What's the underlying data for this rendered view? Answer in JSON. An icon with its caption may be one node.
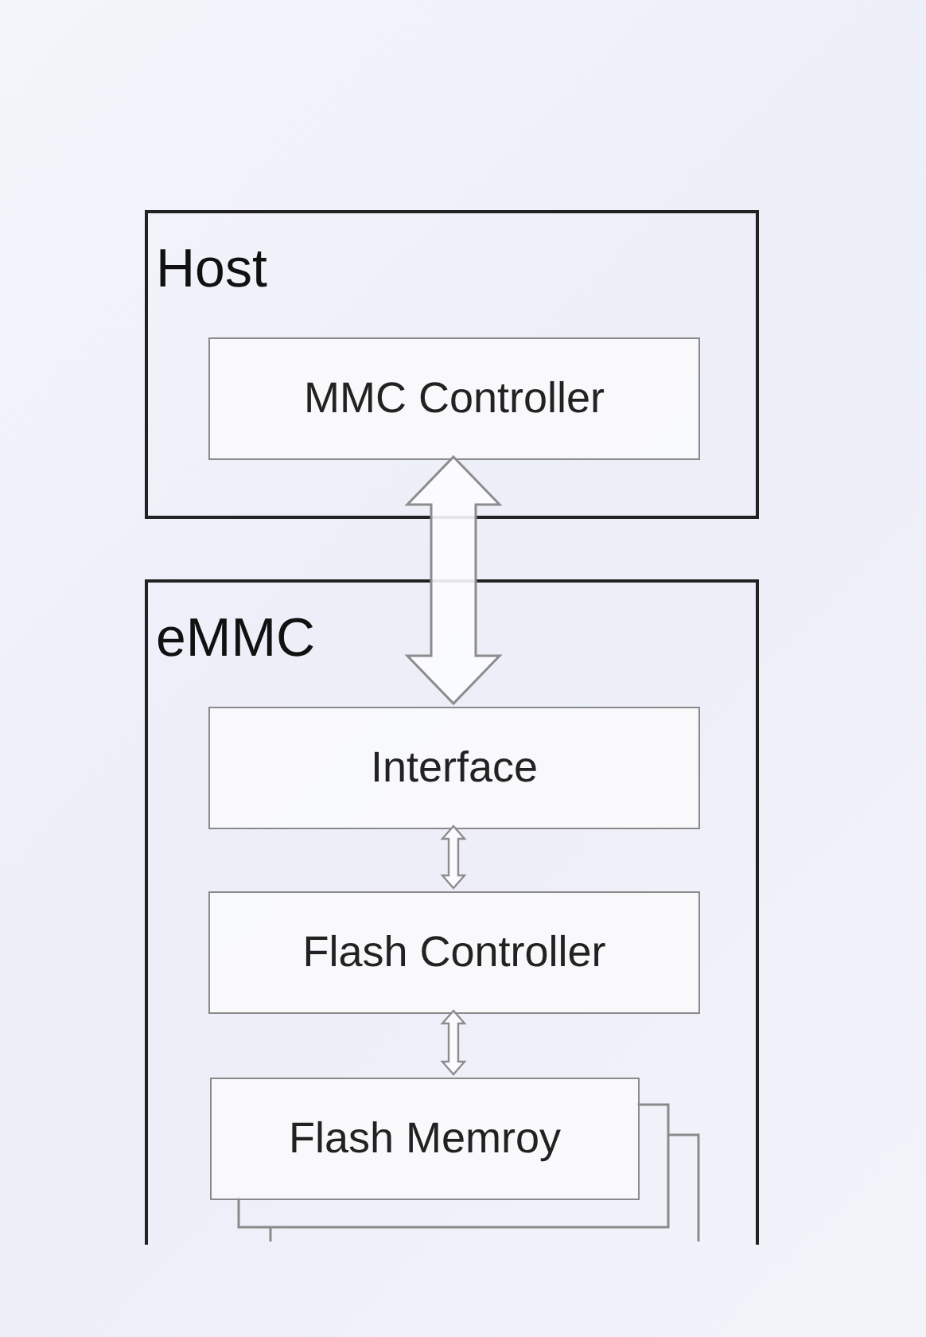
{
  "diagram": {
    "nodes": [
      {
        "text": [
          "Host"
        ]
      },
      {
        "text": [
          "MMC Controller"
        ],
        "in": 0
      },
      {
        "text": [
          "eMMC"
        ]
      },
      {
        "text": [
          "Interface"
        ],
        "in": 2
      },
      {
        "text": [
          "Flash Controller"
        ],
        "in": 2
      },
      {
        "text": [
          "Flash Memroy"
        ],
        "in": 2
      }
    ],
    "edges": [
      {
        "from": 1,
        "to": 3,
        "arrow": "both",
        "style": "thick"
      },
      {
        "from": 3,
        "to": 4,
        "arrow": "both"
      },
      {
        "from": 4,
        "to": 5,
        "arrow": "both"
      }
    ]
  }
}
